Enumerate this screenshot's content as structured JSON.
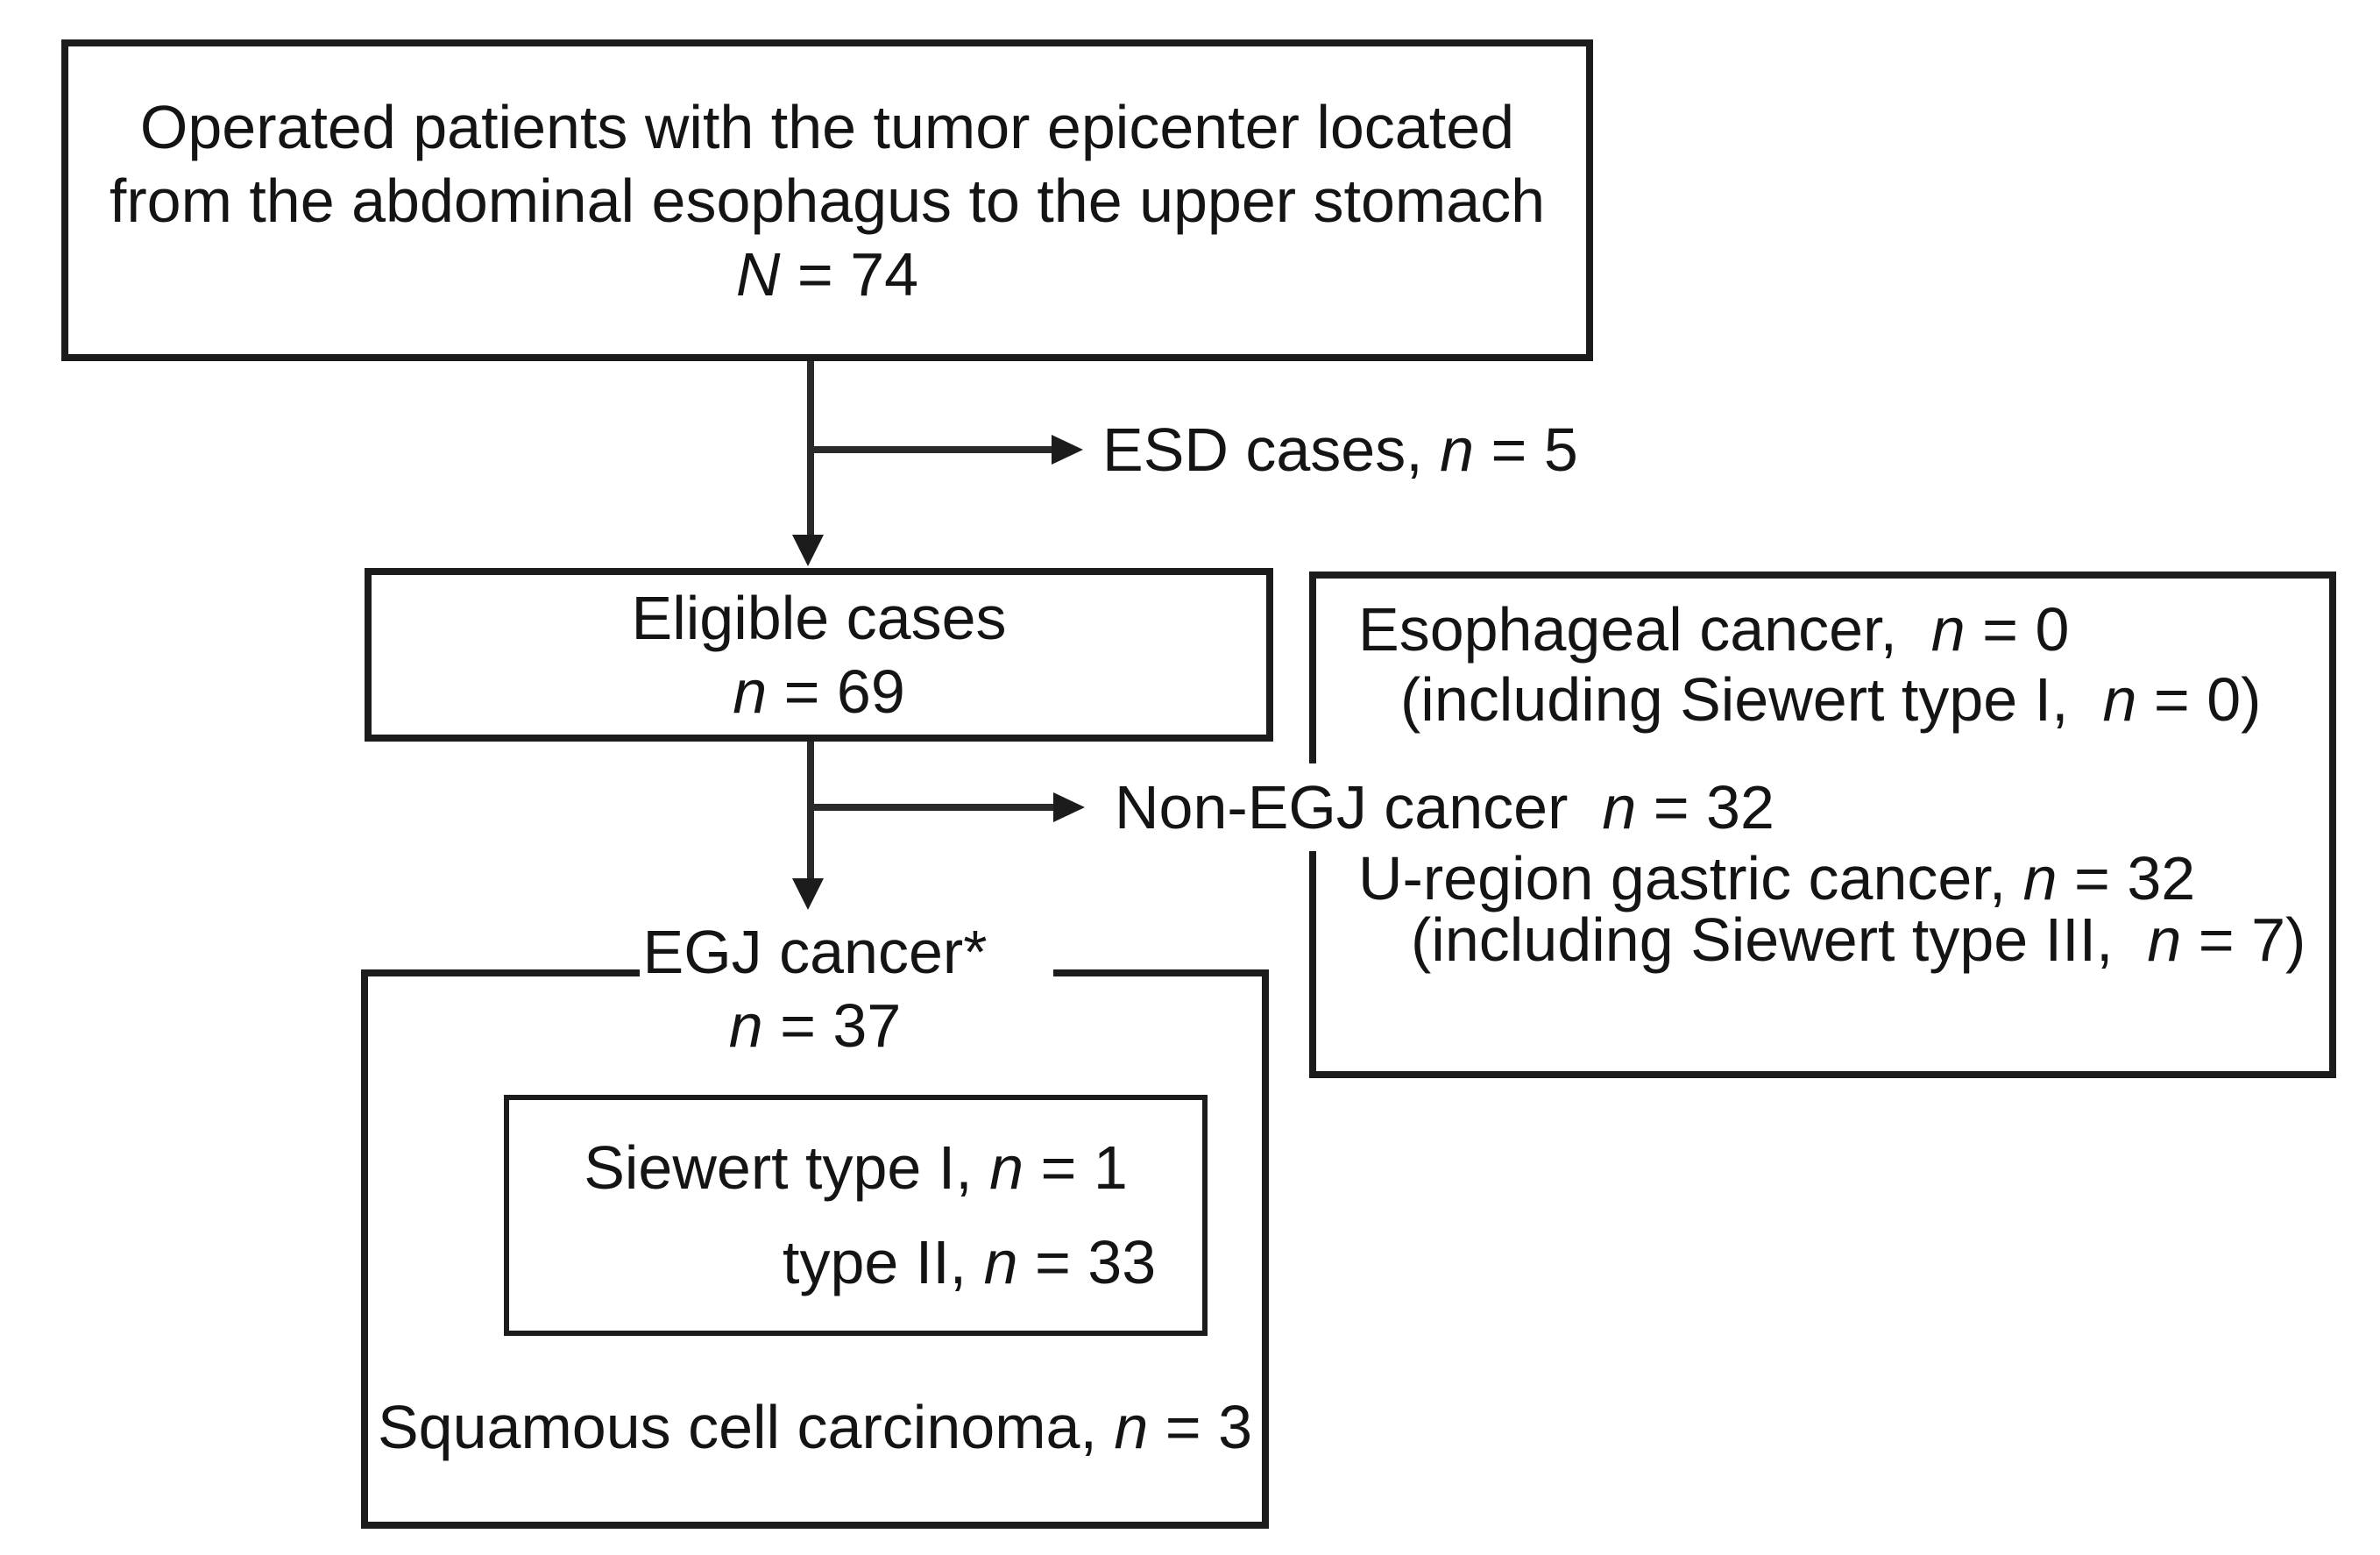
{
  "diagram": {
    "background": "#ffffff",
    "border_color": "#1c1c1c",
    "text_color": "#141414",
    "top_box": {
      "line1": "Operated patients with the tumor epicenter located",
      "line2": "from the abdominal esophagus to the upper stomach",
      "count": {
        "var": "N",
        "post": " = 74"
      }
    },
    "esd_branch": {
      "pre": "ESD cases, ",
      "var": "n",
      "post": " = 5"
    },
    "eligible_box": {
      "title": "Eligible cases",
      "count": {
        "var": "n",
        "post": " = 69"
      }
    },
    "non_egj_branch": {
      "pre": "Non-EGJ cancer  ",
      "var": "n",
      "post": " = 32"
    },
    "exclusion_box": {
      "line1": {
        "pre": "Esophageal cancer,  ",
        "var": "n",
        "post": " = 0"
      },
      "line2": {
        "pre": "(including Siewert type I,  ",
        "var": "n",
        "post": " = 0)"
      },
      "line3": {
        "pre": "U-region gastric cancer, ",
        "var": "n",
        "post": " = 32"
      },
      "line4": {
        "pre": "(including Siewert type III,  ",
        "var": "n",
        "post": " = 7)"
      }
    },
    "egj_box": {
      "title": "EGJ cancer*",
      "count": {
        "var": "n",
        "post": " = 37"
      },
      "siewert_box": {
        "line1": {
          "pre": "Siewert type I, ",
          "var": "n",
          "post": " = 1"
        },
        "line2": {
          "pre": "type II, ",
          "var": "n",
          "post": " = 33"
        }
      },
      "squamous": {
        "pre": "Squamous cell carcinoma, ",
        "var": "n",
        "post": " = 3"
      }
    }
  }
}
